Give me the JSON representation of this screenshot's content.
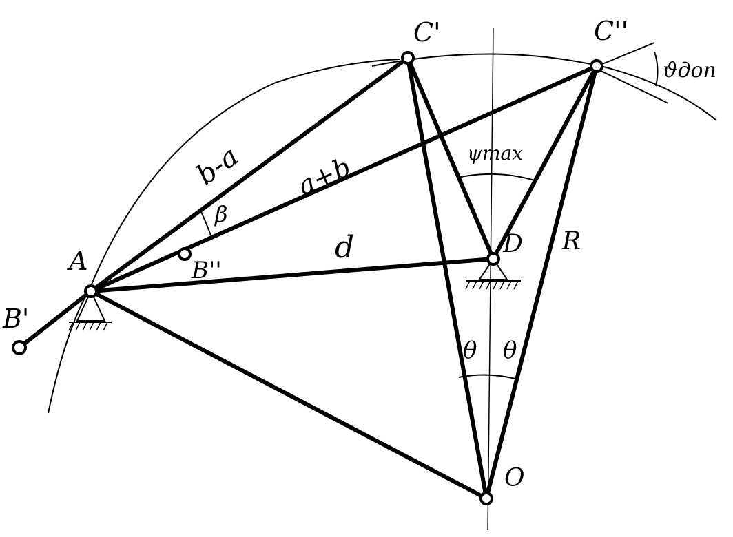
{
  "points": {
    "A": "A",
    "B1": "B'",
    "B2": "B''",
    "C1": "C'",
    "C2": "C''",
    "D": "D",
    "O": "O"
  },
  "labels": {
    "b_minus_a": "b-a",
    "a_plus_b": "a+b",
    "beta": "β",
    "d": "d",
    "R": "R",
    "psi_max": "ψmax",
    "theta_left": "θ",
    "theta_right": "θ",
    "theta_dop": "ϑдоп"
  }
}
